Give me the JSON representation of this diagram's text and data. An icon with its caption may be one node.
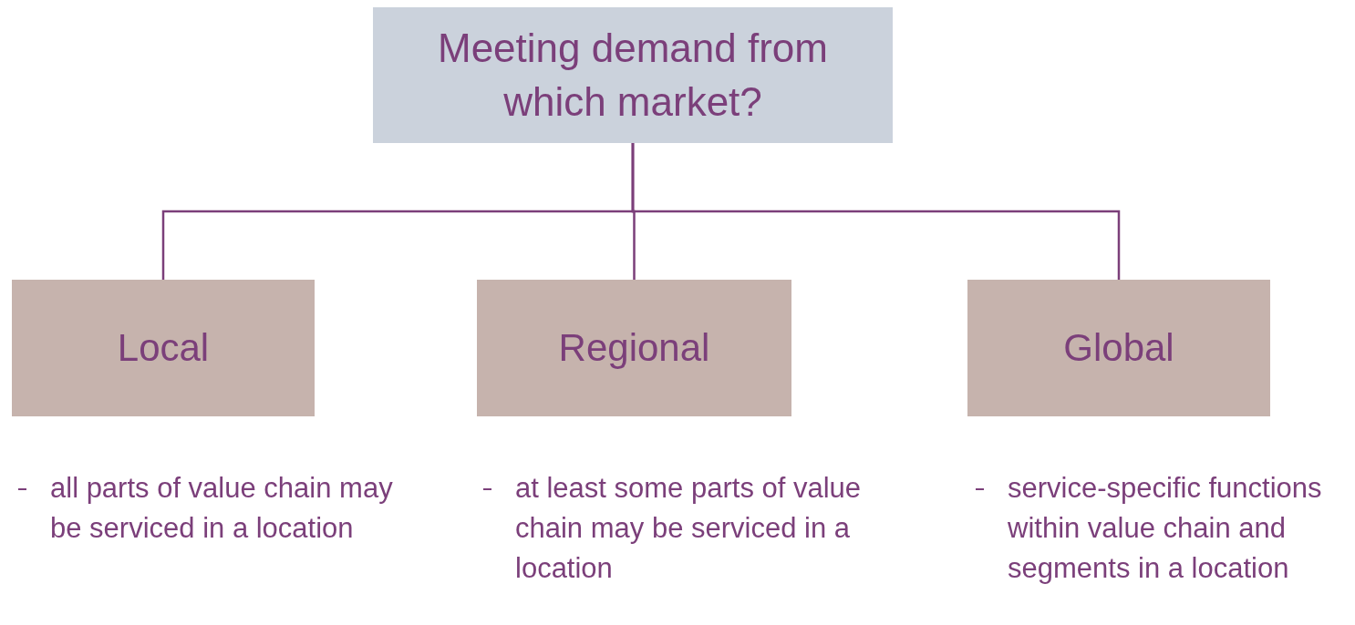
{
  "diagram": {
    "nodes": [
      {
        "text": [
          "Meeting demand from which market?"
        ]
      },
      {
        "text": [
          "Local"
        ],
        "beside": [
          "all parts of value chain may be serviced in a location"
        ]
      },
      {
        "text": [
          "Regional"
        ],
        "beside": [
          "at least some parts of value chain may be serviced in a location"
        ]
      },
      {
        "text": [
          "Global"
        ],
        "beside": [
          "service-specific functions within value chain and segments in a location"
        ]
      }
    ],
    "edges": [
      {
        "from": 0,
        "to": 1,
        "arrow": "none"
      },
      {
        "from": 0,
        "to": 2,
        "arrow": "none"
      },
      {
        "from": 0,
        "to": 3,
        "arrow": "none"
      }
    ]
  }
}
